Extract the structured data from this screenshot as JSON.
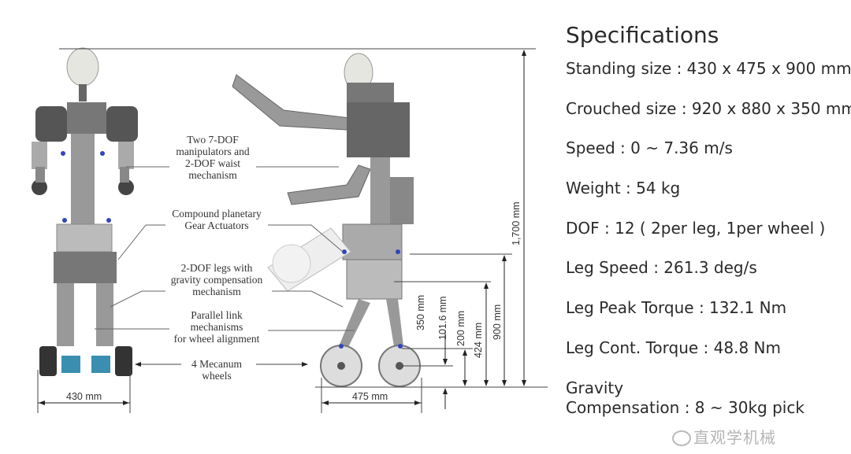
{
  "callouts": {
    "manipulators": "Two 7-DOF\nmanipulators and\n2-DOF waist\nmechanism",
    "actuators": "Compound planetary\nGear Actuators",
    "legs": "2-DOF legs with\ngravity compensation\nmechanism",
    "parallel_link": "Parallel link\nmechanisms\nfor wheel alignment",
    "wheels": "4 Mecanum\nwheels"
  },
  "dimensions": {
    "front_width": "430 mm",
    "side_width": "475 mm",
    "total_height": "1,700 mm",
    "standing_height": "900 mm",
    "h424": "424 mm",
    "h200": "200 mm",
    "h101": "101.6 mm",
    "leg350": "350 mm"
  },
  "specifications": {
    "title": "Specifications",
    "lines": [
      "Standing size : 430 x 475 x 900 mm",
      "Crouched size : 920 x 880 x 350 mm",
      "Speed : 0 ~ 7.36 m/s",
      "Weight : 54 kg",
      "DOF : 12 ( 2per leg, 1per wheel )",
      "Leg Speed : 261.3 deg/s",
      "Leg  Peak Torque : 132.1 Nm",
      "Leg Cont. Torque : 48.8 Nm"
    ],
    "gravity": "Gravity\nCompensation : 8 ~ 30kg pick"
  },
  "watermark": "直观学机械"
}
